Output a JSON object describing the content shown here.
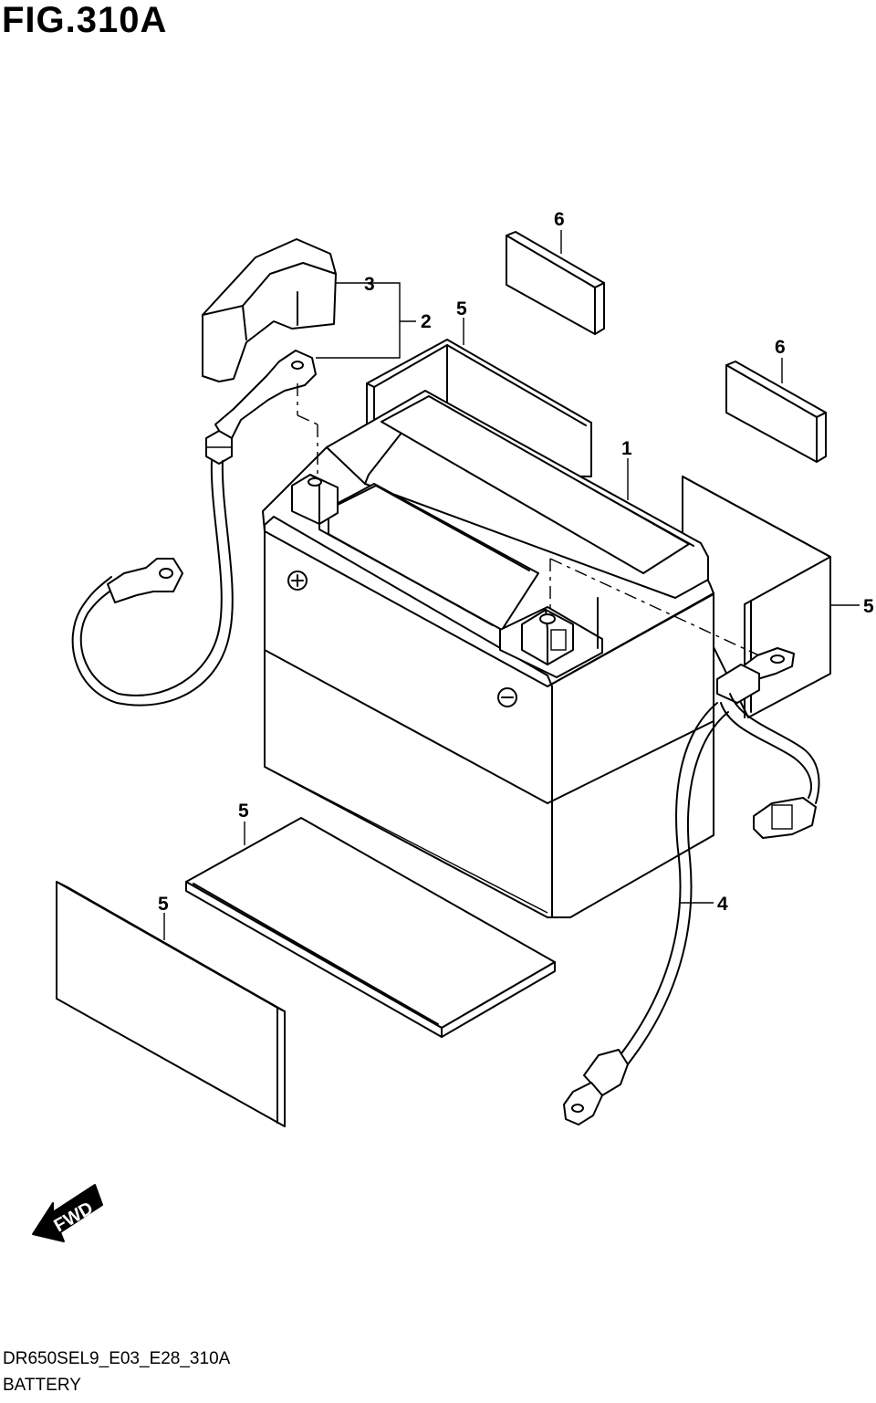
{
  "figure": {
    "title": "FIG.310A",
    "model_code": "DR650SEL9_E03_E28_310A",
    "caption": "BATTERY"
  },
  "callouts": {
    "c1": "1",
    "c2": "2",
    "c3": "3",
    "c4": "4",
    "c5a": "5",
    "c5b": "5",
    "c5c": "5",
    "c5d": "5",
    "c6a": "6",
    "c6b": "6"
  },
  "direction_badge": "FWD"
}
